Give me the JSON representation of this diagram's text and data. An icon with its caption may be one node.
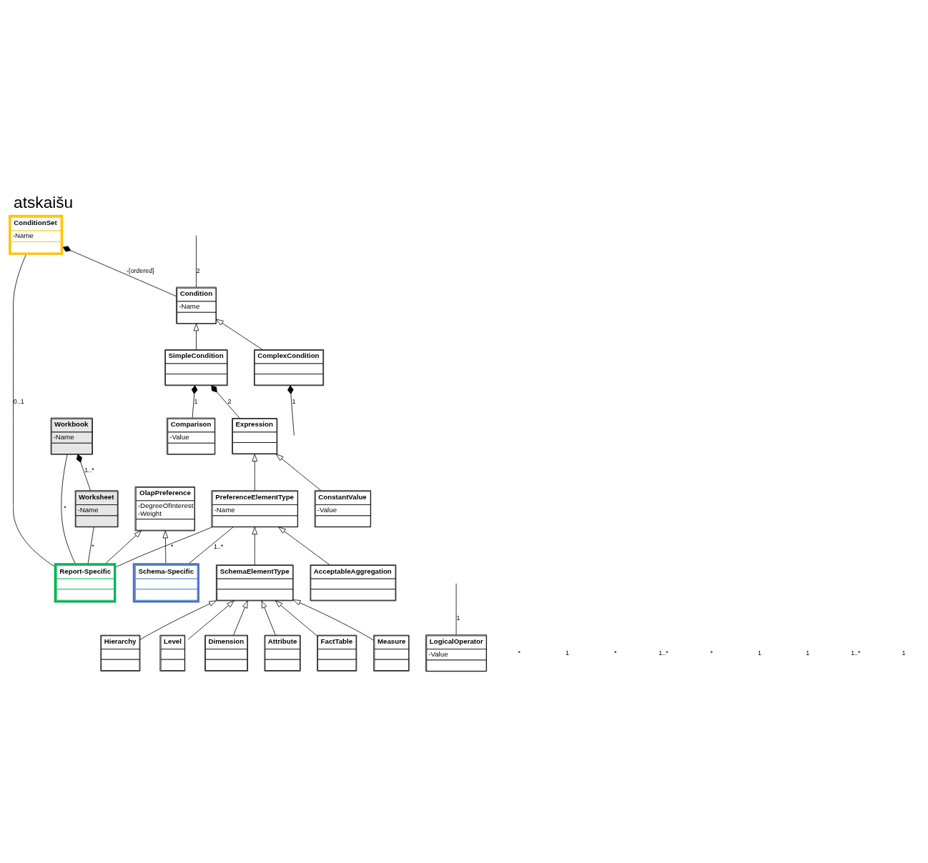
{
  "diagram": {
    "title": "atskaišu",
    "nodes": [
      {
        "text": [
          "OlapPreference",
          "-DegreeOfInterest",
          "-Weight"
        ]
      },
      {
        "text": [
          "Workbook",
          "-Name"
        ]
      },
      {
        "text": [
          "Hierarchy"
        ]
      },
      {
        "text": [
          "Schema-Specific"
        ]
      },
      {
        "text": [
          "Report-Specific"
        ]
      },
      {
        "text": [
          "Level"
        ]
      },
      {
        "text": [
          "Worksheet",
          "-Name"
        ]
      },
      {
        "text": [
          "SchemaElementType"
        ]
      },
      {
        "text": [
          "Dimension"
        ]
      },
      {
        "text": [
          "PreferenceElementType",
          "-Name"
        ]
      },
      {
        "text": [
          "Attribute"
        ]
      },
      {
        "text": [
          "ConditionSet",
          "-Name"
        ]
      },
      {
        "text": [
          "FactTable"
        ]
      },
      {
        "text": [
          "Expression"
        ]
      },
      {
        "text": [
          "Condition",
          "-Name"
        ]
      },
      {
        "text": [
          "Measure"
        ]
      },
      {
        "text": [
          "AcceptableAggregation"
        ]
      },
      {
        "text": [
          "ConstantValue",
          "-Value"
        ]
      },
      {
        "text": [
          "SimpleCondition"
        ]
      },
      {
        "text": [
          "ComplexCondition"
        ]
      },
      {
        "text": [
          "Comparison",
          "-Value"
        ]
      },
      {
        "text": [
          "LogicalOperator",
          "-Value"
        ]
      }
    ],
    "edges": [
      {
        "from": 3,
        "to": 0,
        "arrow": "to"
      },
      {
        "from": 4,
        "to": 0,
        "arrow": "to"
      },
      {
        "from": 4,
        "to": 1,
        "arrow": "none",
        "label": "*"
      },
      {
        "from": 6,
        "to": 1,
        "arrow": "other",
        "label": "1..*"
      },
      {
        "from": 4,
        "to": 6,
        "arrow": "none",
        "label": "*"
      },
      {
        "from": 2,
        "to": 7,
        "arrow": "to"
      },
      {
        "from": 5,
        "to": 7,
        "arrow": "to"
      },
      {
        "from": 8,
        "to": 7,
        "arrow": "to"
      },
      {
        "from": 10,
        "to": 7,
        "arrow": "to"
      },
      {
        "from": 12,
        "to": 7,
        "arrow": "to"
      },
      {
        "from": 15,
        "to": 7,
        "arrow": "to"
      },
      {
        "from": 3,
        "to": 9,
        "arrow": "none",
        "label": "1..*"
      },
      {
        "from": 4,
        "to": 9,
        "arrow": "none",
        "label": "*"
      },
      {
        "from": 4,
        "to": 11,
        "arrow": "none",
        "label": "0..1"
      },
      {
        "from": 7,
        "to": 9,
        "arrow": "to"
      },
      {
        "from": 16,
        "to": 9,
        "arrow": "to"
      },
      {
        "from": 9,
        "to": 13,
        "arrow": "to"
      },
      {
        "from": 17,
        "to": 13,
        "arrow": "to"
      },
      {
        "from": 14,
        "to": 11,
        "arrow": "other",
        "label": "-{ordered}"
      },
      {
        "from": 13,
        "to": 18,
        "arrow": "other",
        "label": "2"
      },
      {
        "from": 20,
        "to": 18,
        "arrow": "other",
        "label": "1"
      },
      {
        "from": 18,
        "to": 14,
        "arrow": "to"
      },
      {
        "from": 19,
        "to": 14,
        "arrow": "to"
      },
      {
        "from": 14,
        "to": null,
        "arrow": "none",
        "label": "2"
      },
      {
        "from": null,
        "to": 19,
        "arrow": "other",
        "label": "1"
      },
      {
        "from": 21,
        "to": null,
        "arrow": "none",
        "label": "1"
      }
    ],
    "labels": [
      "*",
      "1",
      "*",
      "1..*",
      "*",
      "1",
      "1",
      "1..*",
      "1"
    ]
  }
}
